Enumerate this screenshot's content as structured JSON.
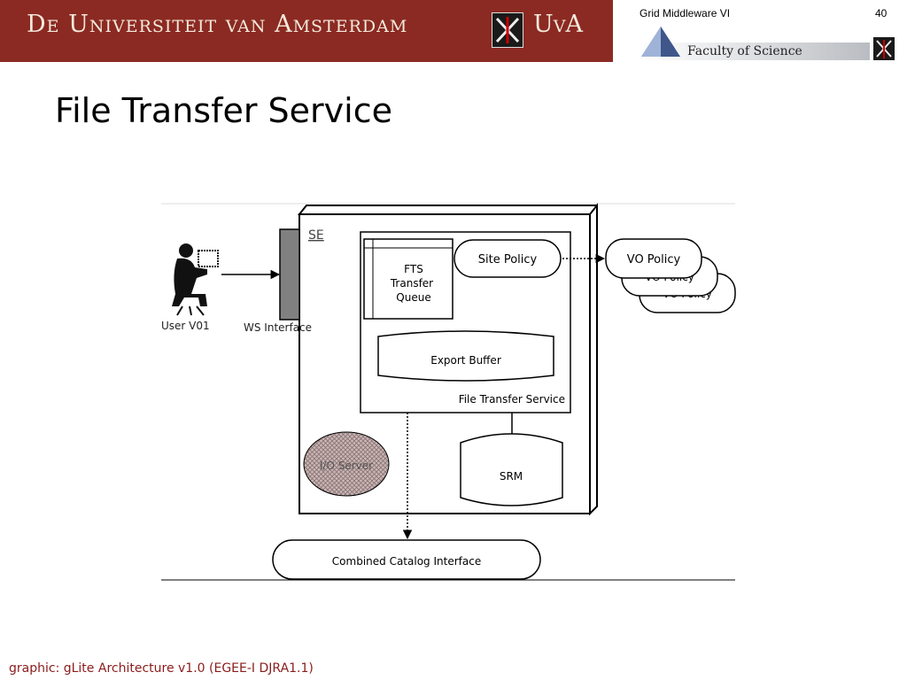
{
  "header": {
    "university_text": "De Universiteit van Amsterdam",
    "uva_text": "UvA",
    "course": "Grid Middleware VI",
    "page_number": "40",
    "faculty": "Faculty of Science"
  },
  "slide": {
    "title": "File Transfer Service"
  },
  "diagram": {
    "se_label": "SE",
    "user_label": "User V01",
    "ws_interface_label": "WS Interface",
    "fts_queue_lines": [
      "FTS",
      "Transfer",
      "Queue"
    ],
    "site_policy": "Site Policy",
    "vo_policy_front": "VO Policy",
    "vo_policy_mid": "VO Policy",
    "vo_policy_back": "VO Policy",
    "export_buffer": "Export Buffer",
    "fts_label": "File Transfer Service",
    "srm": "SRM",
    "io_server": "I/O Server",
    "catalog": "Combined Catalog Interface"
  },
  "footer": {
    "caption": "graphic: gLite Architecture v1.0 (EGEE-I DJRA1.1)"
  },
  "colors": {
    "banner": "#8b2a22",
    "footer_text": "#8b1c1c"
  }
}
